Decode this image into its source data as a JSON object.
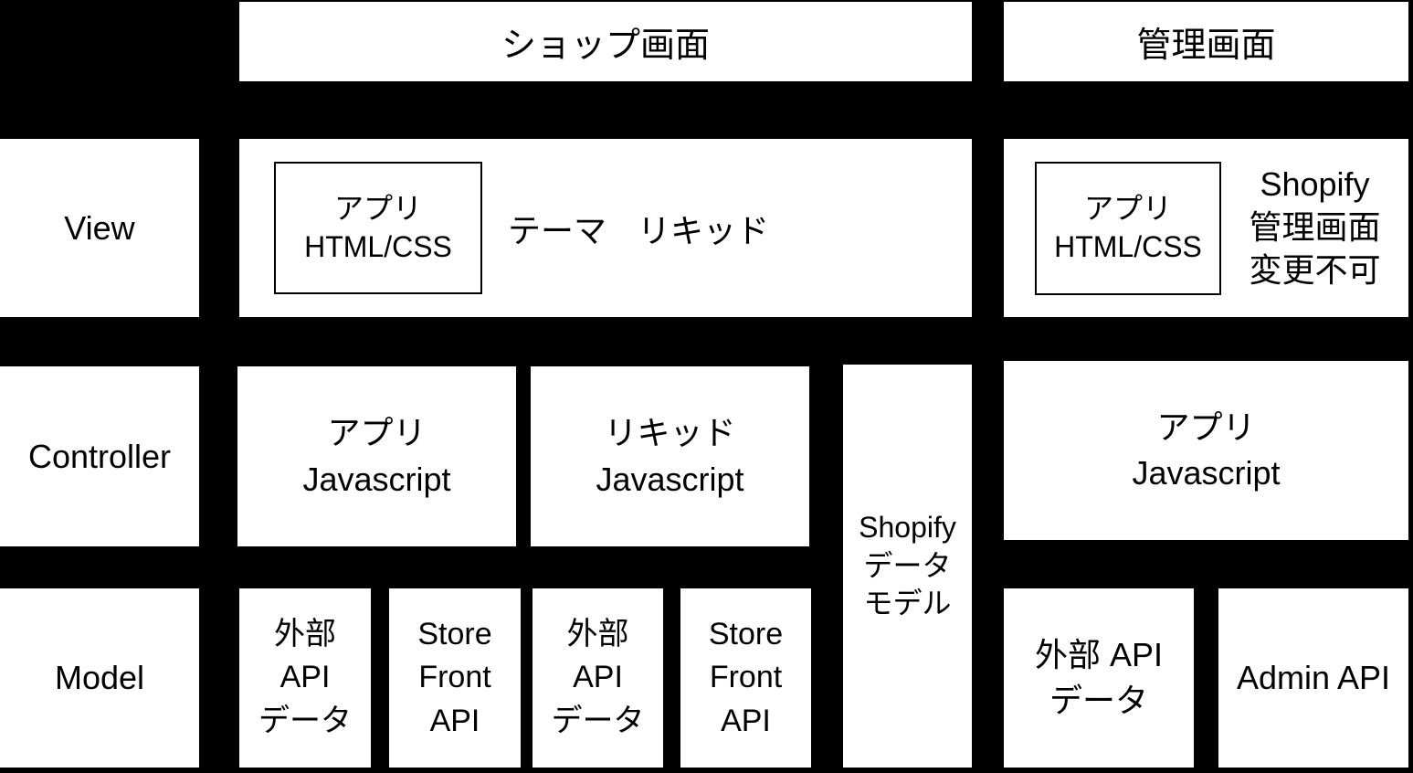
{
  "colors": {
    "background": "#000000",
    "box_fill": "#ffffff",
    "text": "#000000",
    "inner_border": "#000000"
  },
  "header_row": {
    "shop": "ショップ画面",
    "admin": "管理画面"
  },
  "view_row": {
    "label": "View",
    "shop": {
      "app_box": {
        "l1": "アプリ",
        "l2": "HTML/CSS"
      },
      "theme": "テーマ",
      "liquid": "リキッド"
    },
    "admin": {
      "app_box": {
        "l1": "アプリ",
        "l2": "HTML/CSS"
      },
      "note": {
        "l1": "Shopify",
        "l2": "管理画面",
        "l3": "変更不可"
      }
    }
  },
  "controller_row": {
    "label": "Controller",
    "app_js": {
      "l1": "アプリ",
      "l2": "Javascript"
    },
    "liquid_js": {
      "l1": "リキッド",
      "l2": "Javascript"
    },
    "admin_app_js": {
      "l1": "アプリ",
      "l2": "Javascript"
    }
  },
  "shopify_data_model": {
    "l1": "Shopify",
    "l2": "データ",
    "l3": "モデル"
  },
  "model_row": {
    "label": "Model",
    "ext_api_1": {
      "l1": "外部",
      "l2": "API",
      "l3": "データ"
    },
    "storefront_api_1": {
      "l1": "Store",
      "l2": "Front",
      "l3": "API"
    },
    "ext_api_2": {
      "l1": "外部",
      "l2": "API",
      "l3": "データ"
    },
    "storefront_api_2": {
      "l1": "Store",
      "l2": "Front",
      "l3": "API"
    },
    "admin_ext_api": {
      "l1": "外部 API",
      "l2": "データ"
    },
    "admin_api": "Admin API"
  }
}
